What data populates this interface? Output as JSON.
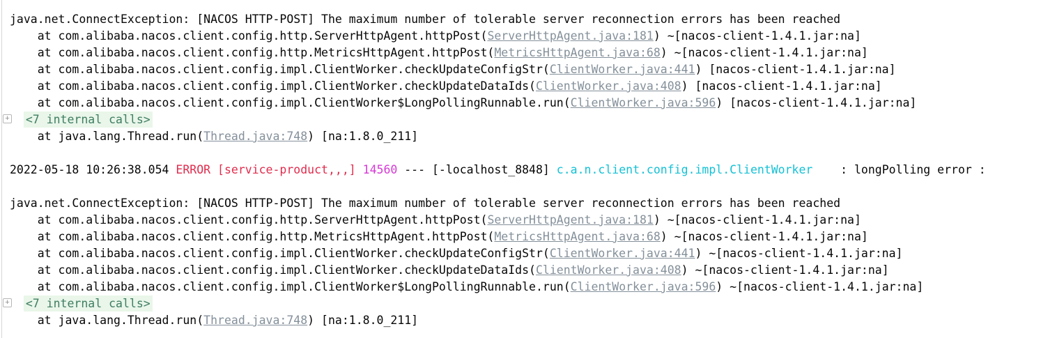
{
  "colors": {
    "background": "#ffffff",
    "text": "#070707",
    "link": "#84909a",
    "error": "#e02c4d",
    "pid": "#d63ad6",
    "logger": "#14c1d5",
    "fold_text": "#3f7d63",
    "fold_bg": "#e9f6e9",
    "gutter_line": "#d6d6d6"
  },
  "icons": {
    "fold_expand_glyph": "+"
  },
  "console": {
    "lines": [
      {
        "segments": [
          {
            "style": "plain",
            "text": "java.net.ConnectException: [NACOS HTTP-POST] The maximum number of tolerable server reconnection errors has been reached"
          }
        ]
      },
      {
        "segments": [
          {
            "style": "plain",
            "text": "    at com.alibaba.nacos.client.config.http.ServerHttpAgent.httpPost("
          },
          {
            "style": "link",
            "text": "ServerHttpAgent.java:181"
          },
          {
            "style": "plain",
            "text": ") ~[nacos-client-1.4.1.jar:na]"
          }
        ]
      },
      {
        "segments": [
          {
            "style": "plain",
            "text": "    at com.alibaba.nacos.client.config.http.MetricsHttpAgent.httpPost("
          },
          {
            "style": "link",
            "text": "MetricsHttpAgent.java:68"
          },
          {
            "style": "plain",
            "text": ") ~[nacos-client-1.4.1.jar:na]"
          }
        ]
      },
      {
        "segments": [
          {
            "style": "plain",
            "text": "    at com.alibaba.nacos.client.config.impl.ClientWorker.checkUpdateConfigStr("
          },
          {
            "style": "link",
            "text": "ClientWorker.java:441"
          },
          {
            "style": "plain",
            "text": ") [nacos-client-1.4.1.jar:na]"
          }
        ]
      },
      {
        "segments": [
          {
            "style": "plain",
            "text": "    at com.alibaba.nacos.client.config.impl.ClientWorker.checkUpdateDataIds("
          },
          {
            "style": "link",
            "text": "ClientWorker.java:408"
          },
          {
            "style": "plain",
            "text": ") [nacos-client-1.4.1.jar:na]"
          }
        ]
      },
      {
        "segments": [
          {
            "style": "plain",
            "text": "    at com.alibaba.nacos.client.config.impl.ClientWorker$LongPollingRunnable.run("
          },
          {
            "style": "link",
            "text": "ClientWorker.java:596"
          },
          {
            "style": "plain",
            "text": ") [nacos-client-1.4.1.jar:na]"
          }
        ]
      },
      {
        "fold": true,
        "segments": [
          {
            "style": "plain",
            "text": "  "
          },
          {
            "style": "fold",
            "text": "<7 internal calls>"
          }
        ]
      },
      {
        "segments": [
          {
            "style": "plain",
            "text": "    at java.lang.Thread.run("
          },
          {
            "style": "link",
            "text": "Thread.java:748"
          },
          {
            "style": "plain",
            "text": ") [na:1.8.0_211]"
          }
        ]
      },
      {
        "blank": true,
        "segments": []
      },
      {
        "segments": [
          {
            "style": "plain",
            "text": "2022-05-18 10:26:38.054 "
          },
          {
            "style": "error",
            "text": "ERROR [service-product,,,]"
          },
          {
            "style": "plain",
            "text": " "
          },
          {
            "style": "pid",
            "text": "14560"
          },
          {
            "style": "plain",
            "text": " --- [-localhost_8848] "
          },
          {
            "style": "logger",
            "text": "c.a.n.client.config.impl.ClientWorker"
          },
          {
            "style": "plain",
            "text": "    : longPolling error : "
          }
        ]
      },
      {
        "blank": true,
        "segments": []
      },
      {
        "segments": [
          {
            "style": "plain",
            "text": "java.net.ConnectException: [NACOS HTTP-POST] The maximum number of tolerable server reconnection errors has been reached"
          }
        ]
      },
      {
        "segments": [
          {
            "style": "plain",
            "text": "    at com.alibaba.nacos.client.config.http.ServerHttpAgent.httpPost("
          },
          {
            "style": "link",
            "text": "ServerHttpAgent.java:181"
          },
          {
            "style": "plain",
            "text": ") ~[nacos-client-1.4.1.jar:na]"
          }
        ]
      },
      {
        "segments": [
          {
            "style": "plain",
            "text": "    at com.alibaba.nacos.client.config.http.MetricsHttpAgent.httpPost("
          },
          {
            "style": "link",
            "text": "MetricsHttpAgent.java:68"
          },
          {
            "style": "plain",
            "text": ") ~[nacos-client-1.4.1.jar:na]"
          }
        ]
      },
      {
        "segments": [
          {
            "style": "plain",
            "text": "    at com.alibaba.nacos.client.config.impl.ClientWorker.checkUpdateConfigStr("
          },
          {
            "style": "link",
            "text": "ClientWorker.java:441"
          },
          {
            "style": "plain",
            "text": ") ~[nacos-client-1.4.1.jar:na]"
          }
        ]
      },
      {
        "segments": [
          {
            "style": "plain",
            "text": "    at com.alibaba.nacos.client.config.impl.ClientWorker.checkUpdateDataIds("
          },
          {
            "style": "link",
            "text": "ClientWorker.java:408"
          },
          {
            "style": "plain",
            "text": ") ~[nacos-client-1.4.1.jar:na]"
          }
        ]
      },
      {
        "segments": [
          {
            "style": "plain",
            "text": "    at com.alibaba.nacos.client.config.impl.ClientWorker$LongPollingRunnable.run("
          },
          {
            "style": "link",
            "text": "ClientWorker.java:596"
          },
          {
            "style": "plain",
            "text": ") ~[nacos-client-1.4.1.jar:na]"
          }
        ]
      },
      {
        "fold": true,
        "segments": [
          {
            "style": "plain",
            "text": "  "
          },
          {
            "style": "fold",
            "text": "<7 internal calls>"
          }
        ]
      },
      {
        "segments": [
          {
            "style": "plain",
            "text": "    at java.lang.Thread.run("
          },
          {
            "style": "link",
            "text": "Thread.java:748"
          },
          {
            "style": "plain",
            "text": ") [na:1.8.0_211]"
          }
        ]
      }
    ]
  }
}
